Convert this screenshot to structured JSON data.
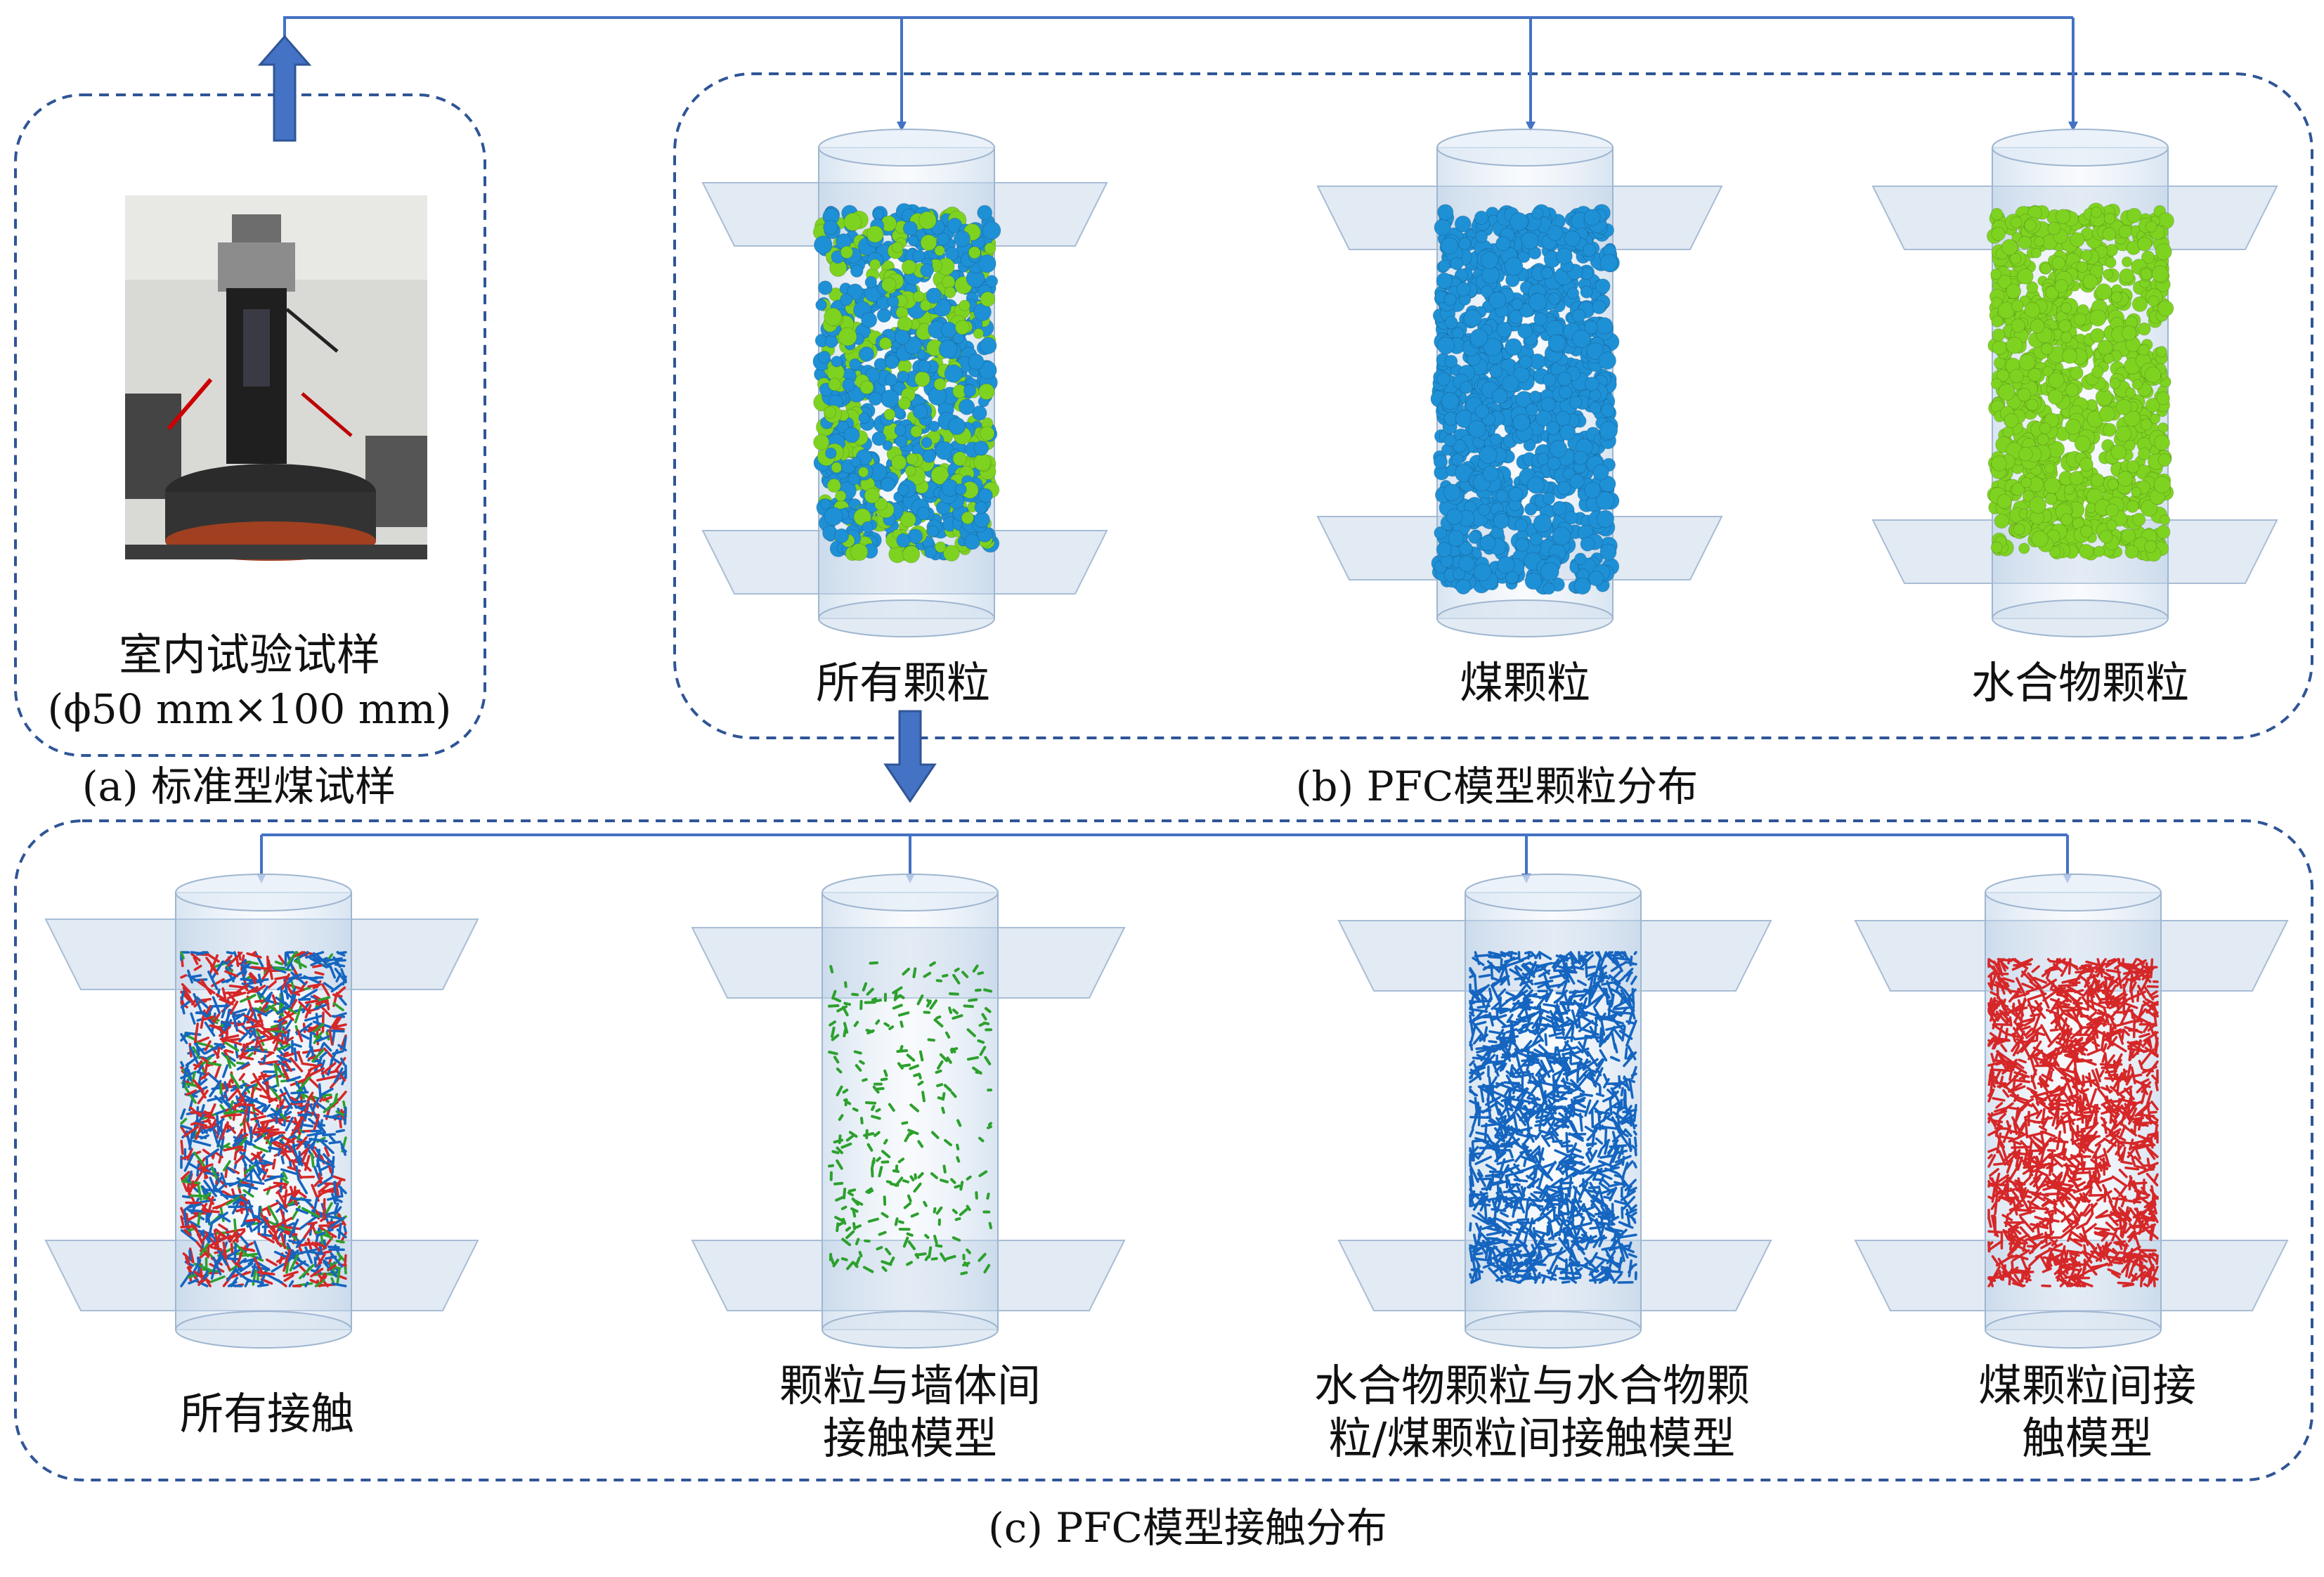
{
  "panel_a": {
    "sample_line1": "室内试验试样",
    "sample_line2": "(ϕ50 mm×100 mm)",
    "caption": "(a) 标准型煤试样"
  },
  "panel_b": {
    "caption": "(b) PFC模型颗粒分布",
    "items": [
      {
        "label": "所有颗粒"
      },
      {
        "label": "煤颗粒"
      },
      {
        "label": "水合物颗粒"
      }
    ]
  },
  "panel_c": {
    "caption": "(c) PFC模型接触分布",
    "items": [
      {
        "line1": "所有接触",
        "line2": ""
      },
      {
        "line1": "颗粒与墙体间",
        "line2": "接触模型"
      },
      {
        "line1": "水合物颗粒与水合物颗",
        "line2": "粒/煤颗粒间接触模型"
      },
      {
        "line1": "煤颗粒间接",
        "line2": "触模型"
      }
    ]
  },
  "colors": {
    "frame": "#2f5596",
    "arrow": "#4472c4",
    "coal": "#1e90d6",
    "hydrate": "#7ed321",
    "contact_hydrate": "#1565c0",
    "contact_coal": "#d62728",
    "contact_wall": "#2ca02c"
  }
}
